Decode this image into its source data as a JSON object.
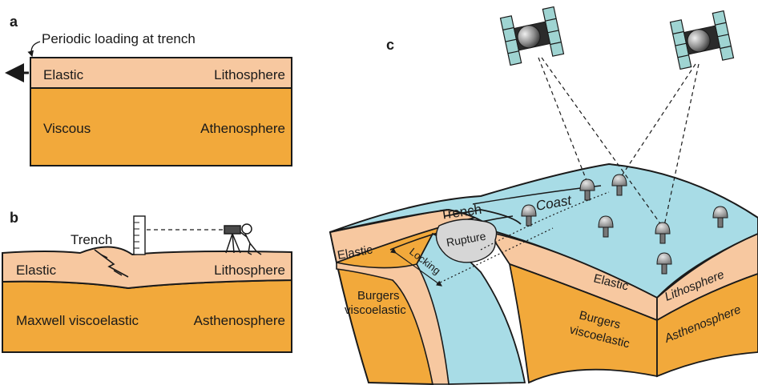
{
  "panels": {
    "a": {
      "letter": "a",
      "annotation": "Periodic loading at trench",
      "elastic": "Elastic",
      "lithosphere": "Lithosphere",
      "viscous": "Viscous",
      "athenosphere": "Athenosphere"
    },
    "b": {
      "letter": "b",
      "trench": "Trench",
      "elastic": "Elastic",
      "lithosphere": "Lithosphere",
      "maxwell": "Maxwell viscoelastic",
      "asthenosphere": "Asthenosphere"
    },
    "c": {
      "letter": "c",
      "trench": "Trench",
      "coast": "Coast",
      "rupture": "Rupture",
      "locking": "Locking",
      "elastic_left": "Elastic",
      "burgers_left_1": "Burgers",
      "burgers_left_2": "viscoelastic",
      "elastic_right": "Elastic",
      "burgers_right_1": "Burgers",
      "burgers_right_2": "viscoelastic",
      "lithosphere": "Lithosphere",
      "asthenosphere": "Asthenosphere"
    }
  },
  "colors": {
    "lithosphere": "#f7c8a0",
    "asthenosphere": "#f2a93b",
    "ocean": "#a8dce6",
    "outline": "#1a1a1a",
    "satellite_panel": "#9fd4d2",
    "gps_station": "#8a8a8a"
  },
  "icons": [
    "satellite-icon",
    "gps-station-icon",
    "surveyor-icon",
    "ruler-icon",
    "fault-icon"
  ]
}
